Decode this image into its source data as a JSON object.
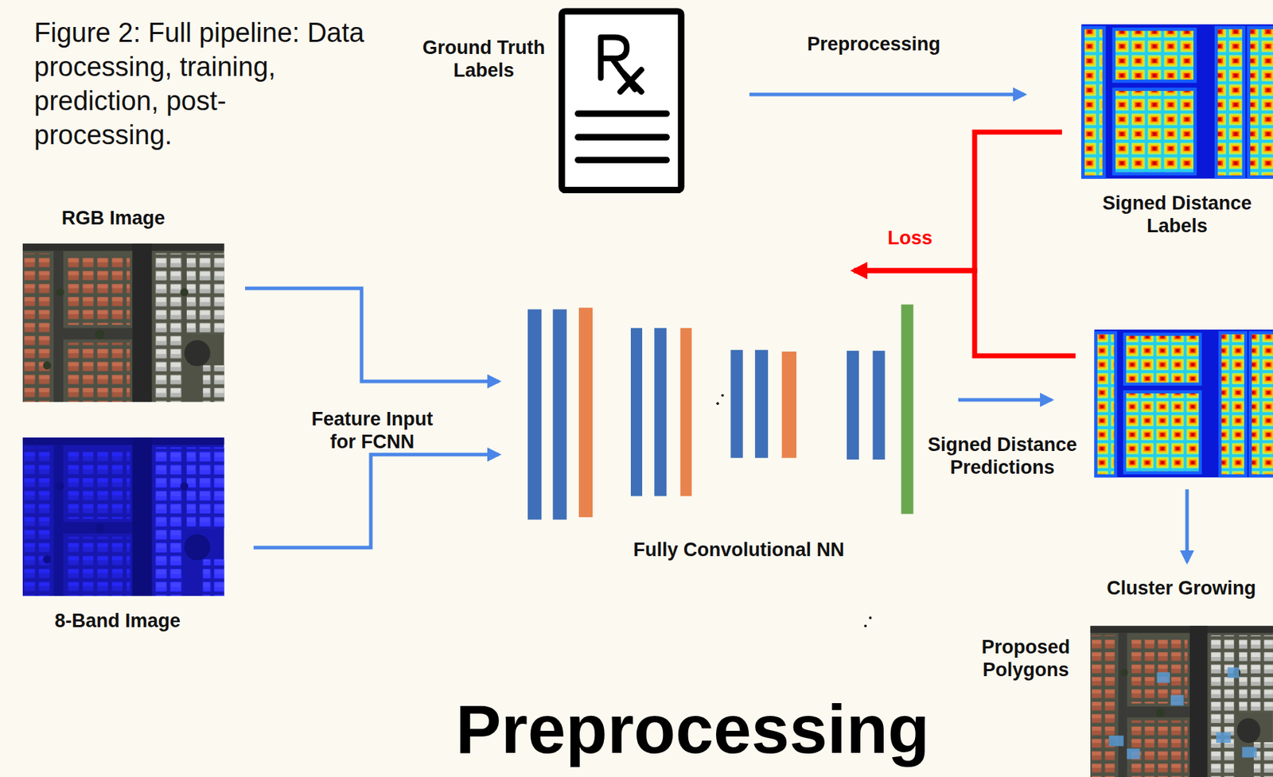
{
  "diagram": {
    "title": "Preprocessing",
    "caption": "Figure 2: Full pipeline: Data processing, training, prediction, post- processing.",
    "nodes": [
      {
        "text": [
          "Ground Truth Labels"
        ]
      },
      {
        "text": [
          "Signed Distance Labels"
        ]
      },
      {
        "text": [
          "RGB Image"
        ]
      },
      {
        "text": [
          "8-Band Image"
        ]
      },
      {
        "text": [
          "Fully Convolutional NN"
        ]
      },
      {
        "text": [
          "Signed Distance Predictions"
        ]
      },
      {
        "text": [
          "Proposed Polygons"
        ]
      }
    ],
    "edges": [
      {
        "from": 0,
        "to": 1,
        "arrow": "to",
        "label": "Preprocessing"
      },
      {
        "from": 2,
        "to": 4,
        "arrow": "to"
      },
      {
        "from": 3,
        "to": 4,
        "arrow": "to"
      },
      {
        "from": 4,
        "to": 5,
        "arrow": "to"
      },
      {
        "from": 1,
        "to": 4,
        "arrow": "to",
        "label": "Loss"
      },
      {
        "from": 5,
        "to": 4,
        "arrow": "to"
      },
      {
        "from": 5,
        "to": 6,
        "arrow": "to",
        "label": "Cluster Growing"
      }
    ],
    "labels": [
      "Feature Input for FCNN"
    ]
  }
}
